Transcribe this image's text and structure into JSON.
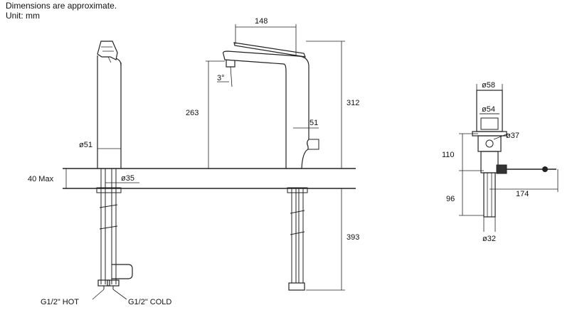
{
  "notes": {
    "line1": "Dimensions are approximate.",
    "line2": "Unit: mm"
  },
  "dims": {
    "spout_reach": "148",
    "tilt": "3°",
    "outlet_height": "263",
    "total_height": "312",
    "spout_width": "51",
    "body_diameter": "ø51",
    "counter_max": "40 Max",
    "hole_diameter": "ø35",
    "below_counter": "393",
    "pop_top": "ø58",
    "pop_inner": "ø54",
    "pop_flange": "ø37",
    "pop_upper": "110",
    "pop_lower": "96",
    "pop_rod": "174",
    "pop_tail": "ø32"
  },
  "connections": {
    "hot": "G1/2\" HOT",
    "cold": "G1/2\" COLD"
  }
}
